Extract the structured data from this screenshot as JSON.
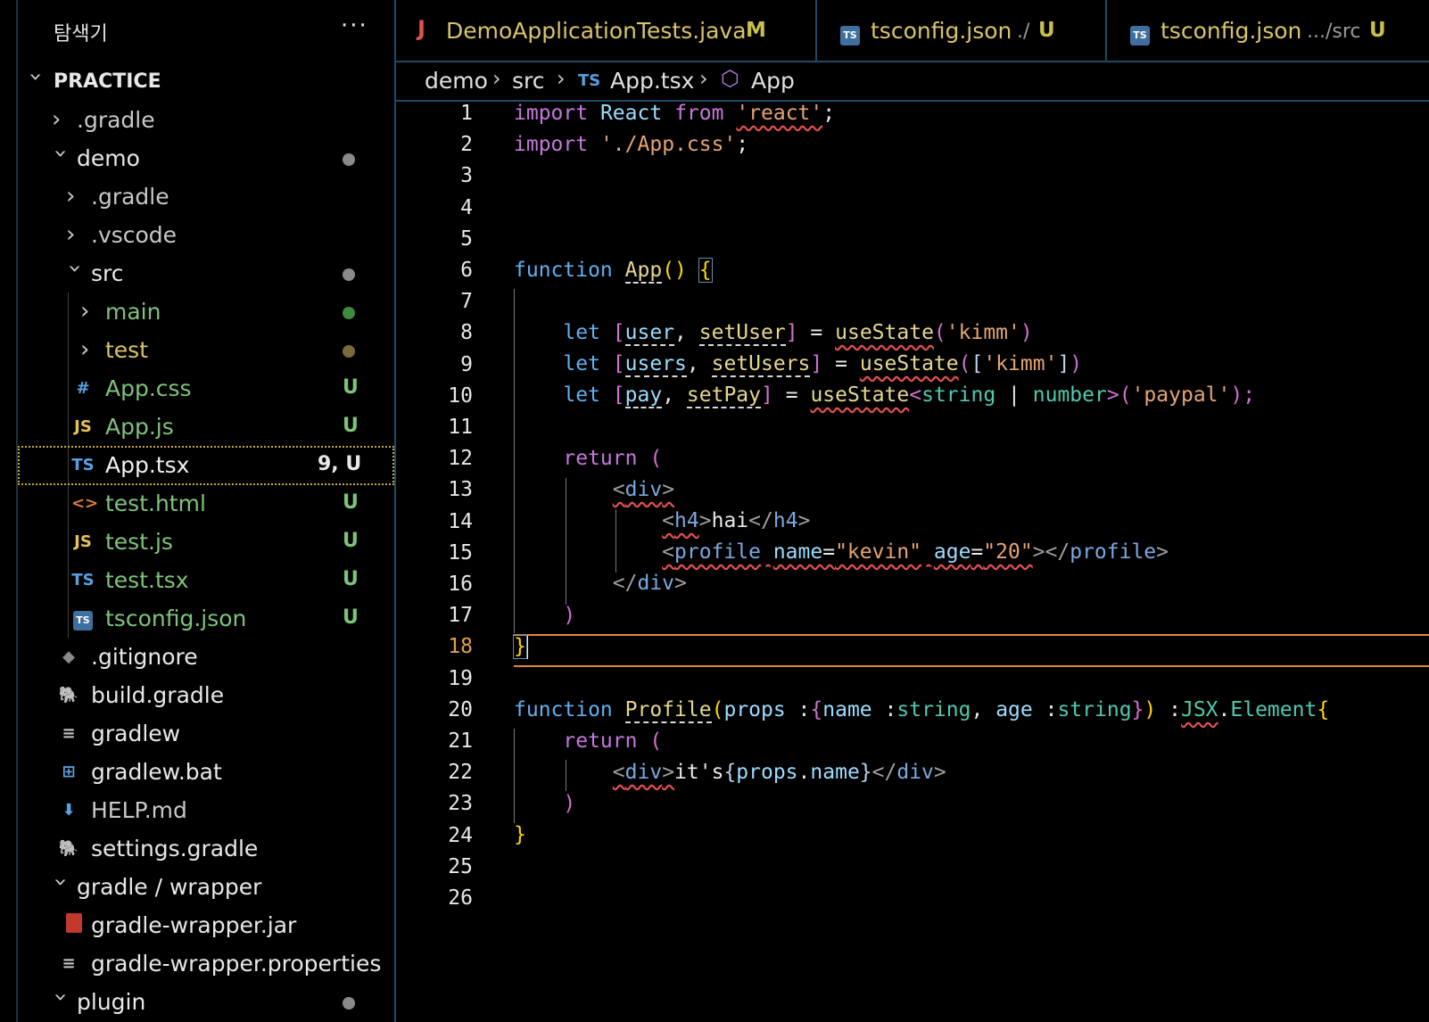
{
  "colors": {
    "accent": "#1f4a66",
    "modified": "#c7c04a",
    "untracked_text": "#7ec37a",
    "current_line": "#e08a3a"
  },
  "sidebar": {
    "title": "탐색기",
    "more": "···",
    "root": "PRACTICE",
    "items": [
      {
        "label": ".gradle"
      },
      {
        "label": "demo"
      },
      {
        "label": ".gradle"
      },
      {
        "label": ".vscode"
      },
      {
        "label": "src"
      },
      {
        "label": "main"
      },
      {
        "label": "test"
      },
      {
        "label": "App.css",
        "badge": "U",
        "icon": "#"
      },
      {
        "label": "App.js",
        "badge": "U",
        "icon": "JS"
      },
      {
        "label": "App.tsx",
        "badge": "9, U",
        "icon": "TS"
      },
      {
        "label": "test.html",
        "badge": "U",
        "icon": "<>"
      },
      {
        "label": "test.js",
        "badge": "U",
        "icon": "JS"
      },
      {
        "label": "test.tsx",
        "badge": "U",
        "icon": "TS"
      },
      {
        "label": "tsconfig.json",
        "badge": "U",
        "icon": "TS"
      },
      {
        "label": ".gitignore"
      },
      {
        "label": "build.gradle"
      },
      {
        "label": "gradlew"
      },
      {
        "label": "gradlew.bat"
      },
      {
        "label": "HELP.md"
      },
      {
        "label": "settings.gradle"
      },
      {
        "label": "gradle / wrapper"
      },
      {
        "label": "gradle-wrapper.jar"
      },
      {
        "label": "gradle-wrapper.properties"
      },
      {
        "label": "plugin"
      }
    ]
  },
  "tabs": [
    {
      "icon": "J",
      "label": "DemoApplicationTests.java",
      "badge": "M"
    },
    {
      "icon": "TS",
      "label": "tsconfig.json",
      "extra": "./",
      "badge": "U"
    },
    {
      "icon": "TS",
      "label": "tsconfig.json",
      "extra": ".../src",
      "badge": "U"
    }
  ],
  "breadcrumb": [
    "demo",
    "src",
    "App.tsx",
    "App"
  ],
  "breadcrumb_ts": "TS",
  "editor": {
    "active_line": 18,
    "line_numbers": [
      "1",
      "2",
      "3",
      "4",
      "5",
      "6",
      "7",
      "8",
      "9",
      "10",
      "11",
      "12",
      "13",
      "14",
      "15",
      "16",
      "17",
      "18",
      "19",
      "20",
      "21",
      "22",
      "23",
      "24",
      "25",
      "26"
    ],
    "code": {
      "l1": [
        "import",
        "React",
        "from",
        "'react'",
        ";"
      ],
      "l2": [
        "import",
        "'./App.css'",
        ";"
      ],
      "l6": [
        "function",
        "App",
        "()",
        "{"
      ],
      "l8": [
        "let",
        "[",
        "user",
        ",",
        "setUser",
        "]",
        "=",
        "useState",
        "(",
        "'kimm'",
        ")"
      ],
      "l9": [
        "let",
        "[",
        "users",
        ",",
        "setUsers",
        "]",
        "=",
        "useState",
        "(",
        "[",
        "'kimm'",
        "]",
        ")"
      ],
      "l10": [
        "let",
        "[",
        "pay",
        ",",
        "setPay",
        "]",
        "=",
        "useState",
        "<",
        "string",
        "|",
        "number",
        ">",
        "(",
        "'paypal'",
        ");"
      ],
      "l12": [
        "return",
        "("
      ],
      "l13": [
        "<",
        "div",
        ">"
      ],
      "l14": [
        "<",
        "h4",
        ">",
        "hai",
        "</",
        "h4",
        ">"
      ],
      "l15": [
        "<",
        "profile",
        "name",
        "=",
        "\"kevin\"",
        "age",
        "=",
        "\"20\"",
        "></",
        "profile",
        ">"
      ],
      "l16": [
        "</",
        "div",
        ">"
      ],
      "l17": [
        ")"
      ],
      "l18": [
        "}"
      ],
      "l20": [
        "function",
        "Profile",
        "(",
        "props",
        ":",
        "{",
        "name",
        ":",
        "string",
        ",",
        "age",
        ":",
        "string",
        "}",
        ")",
        ":",
        "JSX",
        ".",
        "Element",
        "{"
      ],
      "l21": [
        "return",
        "("
      ],
      "l22": [
        "<",
        "div",
        ">",
        "it's",
        "{",
        "props",
        ".",
        "name",
        "}",
        "</",
        "div",
        ">"
      ],
      "l23": [
        ")"
      ],
      "l24": [
        "}"
      ]
    }
  }
}
